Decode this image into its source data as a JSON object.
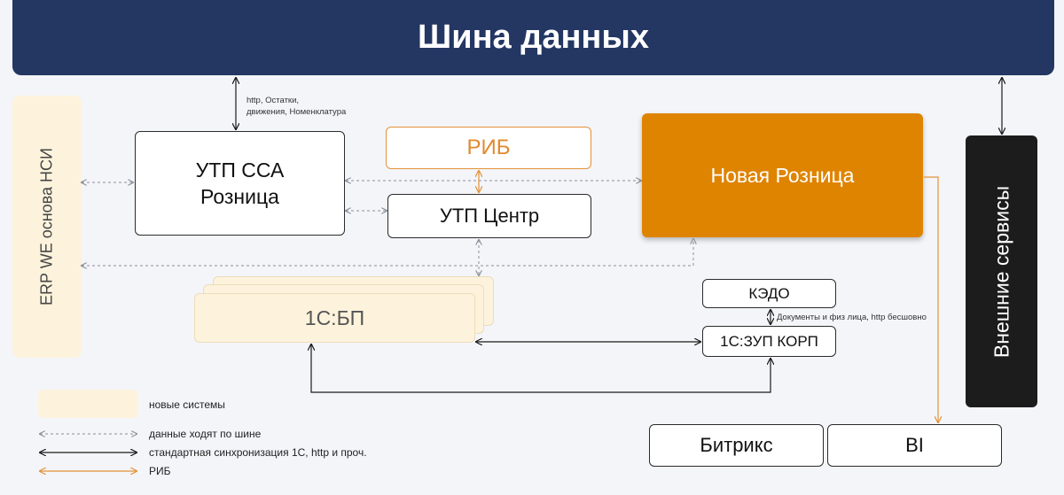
{
  "bus": {
    "title": "Шина данных"
  },
  "systems": {
    "erp": "ERP WE основа НСИ",
    "utp_ssa": "УТП ССА\nРозница",
    "rib": "РИБ",
    "utp_center": "УТП Центр",
    "new_retail": "Новая Розница",
    "external": "Внешние сервисы",
    "bp": "1С:БП",
    "kedo": "КЭДО",
    "zup": "1С:ЗУП КОРП",
    "bitrix": "Битрикс",
    "bi": "BI"
  },
  "labels": {
    "bus_link_1": "http, Остатки,",
    "bus_link_2": "движения, Номенклатура",
    "kedo_zup": "Документы и физ лица, http бесшовно"
  },
  "legend": {
    "new_systems": "новые системы",
    "bus_flow": "данные ходят по шине",
    "std_sync": "стандартная синхронизация 1С, http и  проч.",
    "rib": "РИБ"
  },
  "colors": {
    "bus": "#243763",
    "new_system_fill": "#fdf3dd",
    "rib_orange": "#e49139",
    "new_retail": "#df8400",
    "external": "#1c1c1c",
    "bus_line": "#8a8f99",
    "sync_line": "#1a1a1a"
  }
}
